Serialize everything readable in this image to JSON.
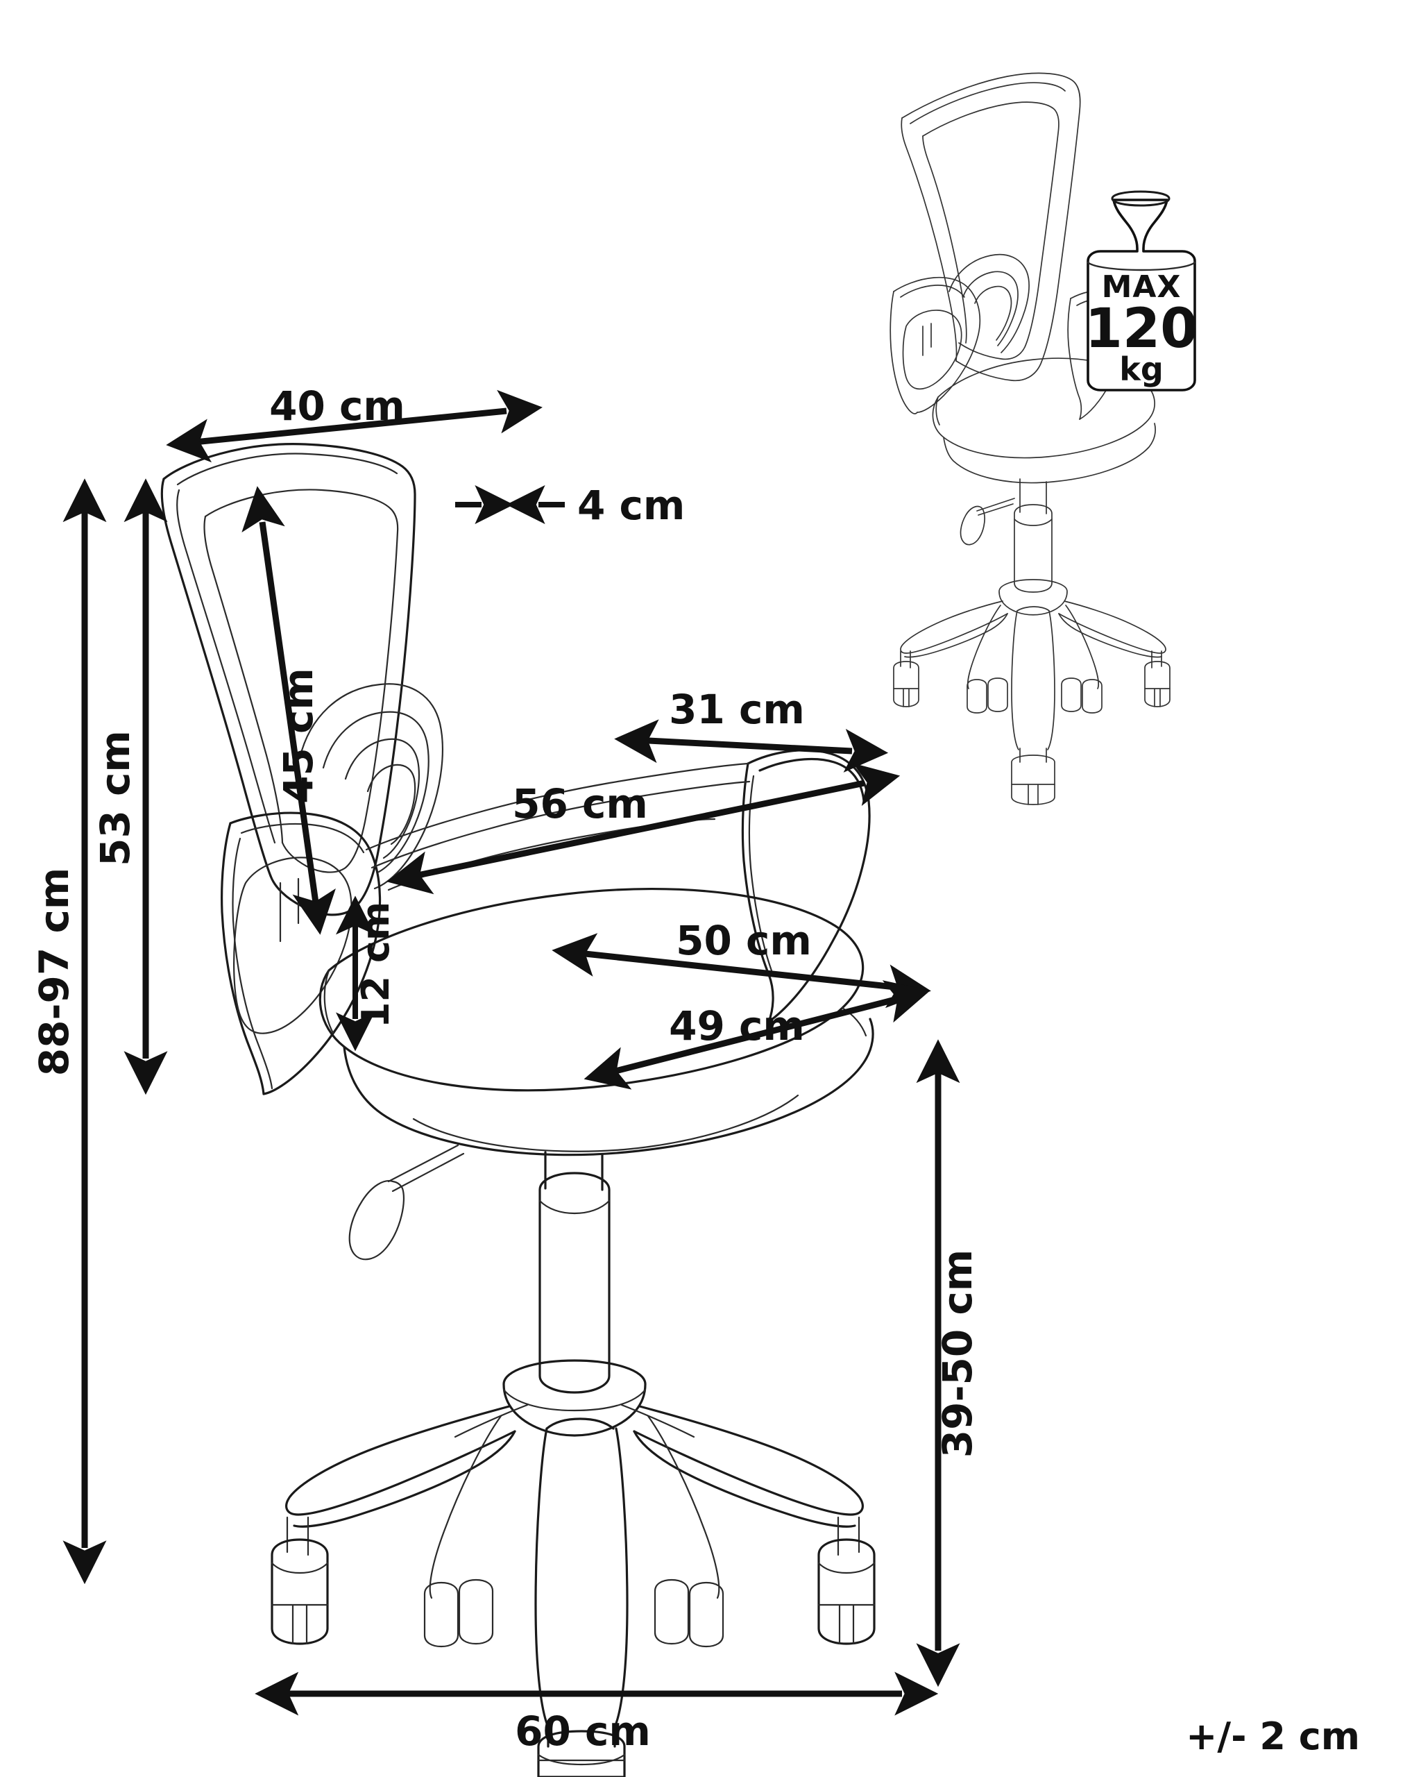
{
  "document": {
    "type": "product-dimension-drawing",
    "subject": "office chair",
    "background_color": "#ffffff",
    "line_color": "#1a1a1a"
  },
  "dimensions": {
    "overall_height": "88-97 cm",
    "backrest_total_height": "53 cm",
    "backrest_width": "40 cm",
    "backrest_thickness": "4 cm",
    "backrest_panel_height": "45 cm",
    "armrest_depth": "31 cm",
    "seat_to_backrest_diagonal": "56 cm",
    "seat_width": "50 cm",
    "seat_depth": "49 cm",
    "armrest_height_above_seat": "12 cm",
    "seat_height_range": "39-50 cm",
    "base_diameter": "60 cm"
  },
  "tolerance": {
    "label": "+/- 2 cm"
  },
  "weight_badge": {
    "max_label": "MAX",
    "value": "120",
    "unit": "kg",
    "icon": "weight-dumbbell-icon"
  },
  "labels": {
    "d40": "40 cm",
    "d4": "4 cm",
    "d45": "45 cm",
    "d53": "53 cm",
    "d8897": "88-97 cm",
    "d31": "31 cm",
    "d56": "56 cm",
    "d50": "50 cm",
    "d49": "49 cm",
    "d12": "12 cm",
    "d3950": "39-50 cm",
    "d60": "60 cm",
    "tolerance": "+/- 2 cm"
  }
}
